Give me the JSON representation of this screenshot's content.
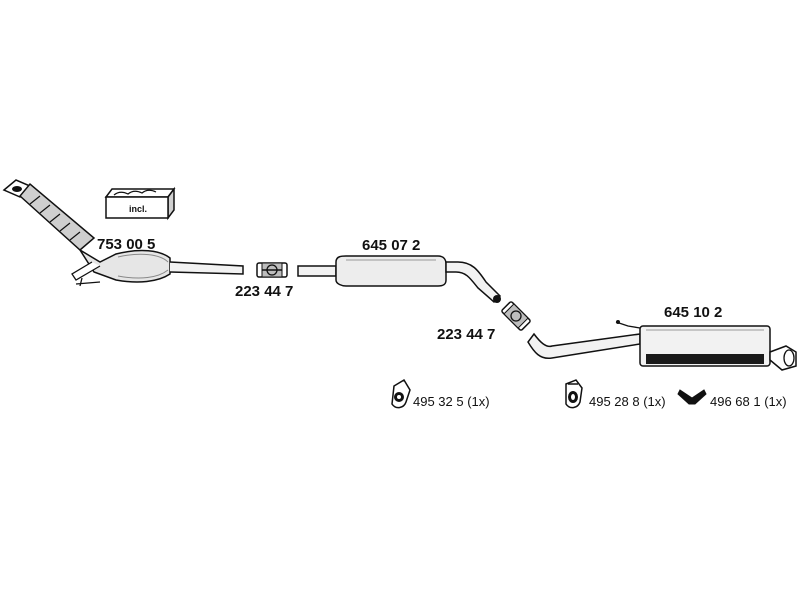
{
  "diagram": {
    "colors": {
      "ink": "#111111",
      "fill_light": "#f2f2f2",
      "fill_mid": "#c8c8c8",
      "fill_dark": "#1a1a1a"
    },
    "kit_label": "incl.",
    "parts": {
      "catalytic_converter": "753 00 5",
      "connector_front": "223 44 7",
      "front_muffler": "645 07 2",
      "connector_rear": "223 44 7",
      "rear_muffler": "645 10 2"
    },
    "accessories": [
      {
        "icon": "rubber-mount-icon",
        "label": "495 32 5 (1x)"
      },
      {
        "icon": "rubber-hanger-icon",
        "label": "495 28 8 (1x)"
      },
      {
        "icon": "y-bracket-icon",
        "label": "496 68 1 (1x)"
      }
    ]
  }
}
